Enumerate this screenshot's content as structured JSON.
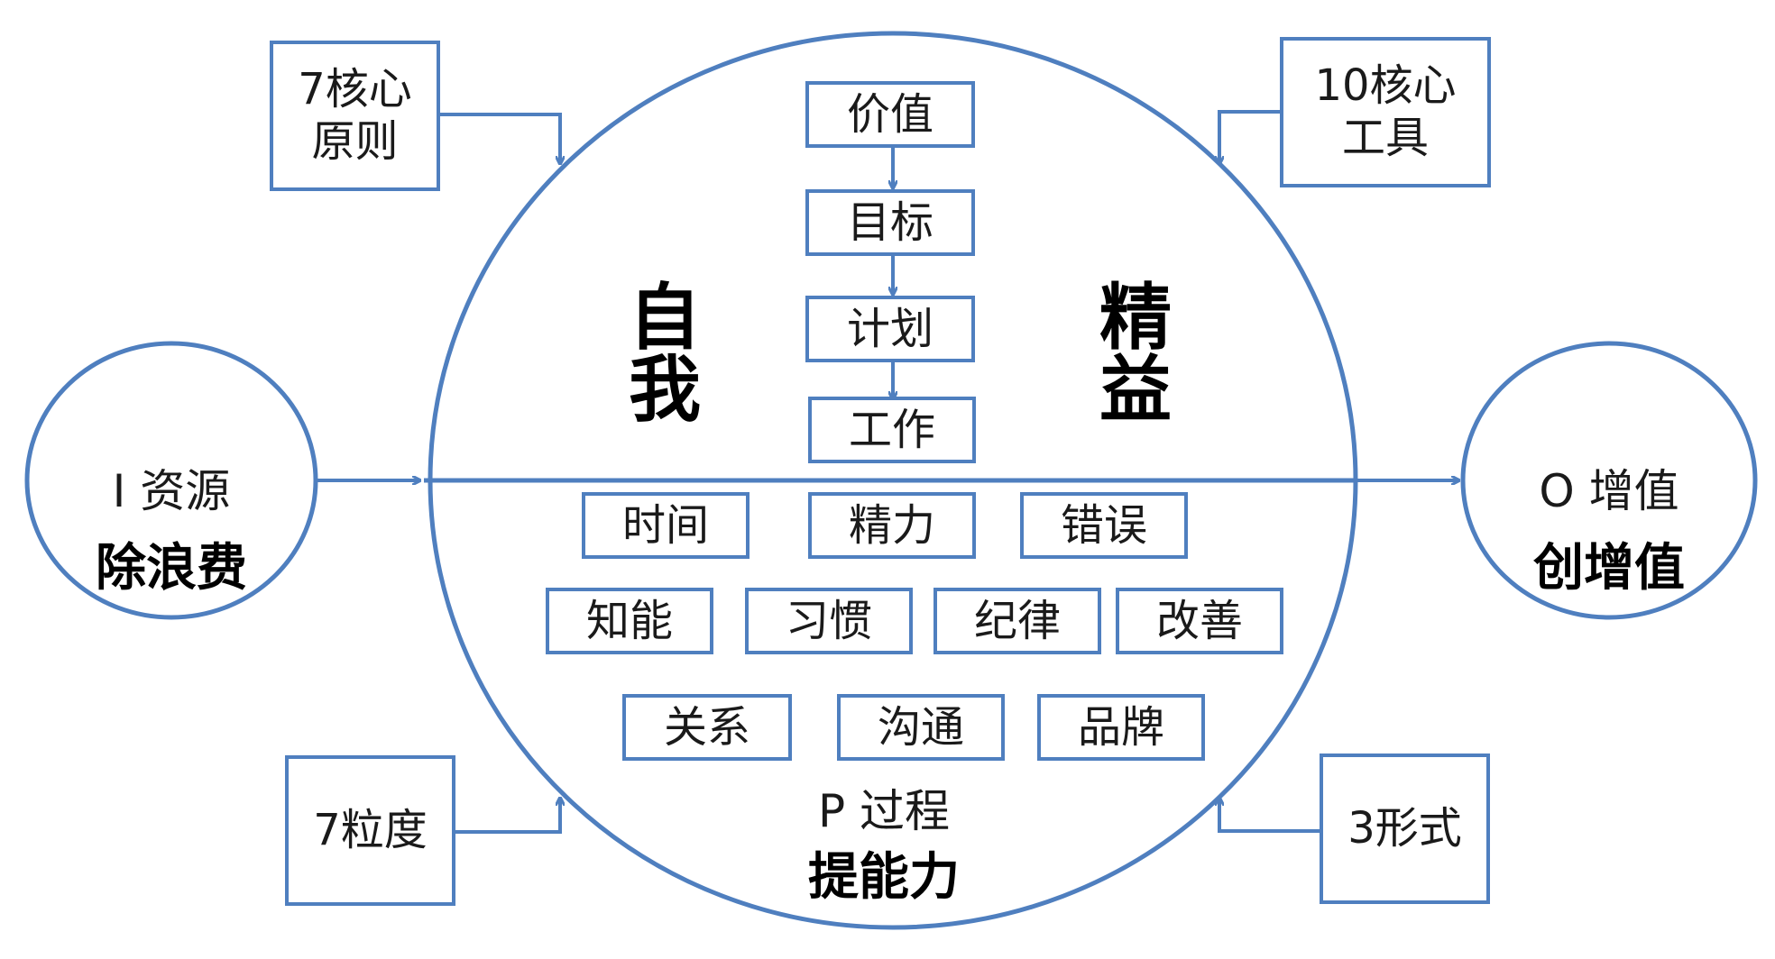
{
  "colors": {
    "stroke": "#4f7fbf",
    "text": "#1a1a1a"
  },
  "input": {
    "line1": "I 资源",
    "line2": "除浪费"
  },
  "output": {
    "line1": "O 增值",
    "line2": "创增值"
  },
  "center": {
    "left_char1": "自",
    "left_char2": "我",
    "right_char1": "精",
    "right_char2": "益",
    "flow": [
      "价值",
      "目标",
      "计划",
      "工作"
    ],
    "row1": [
      "时间",
      "精力",
      "错误"
    ],
    "row2": [
      "知能",
      "习惯",
      "纪律",
      "改善"
    ],
    "row3": [
      "关系",
      "沟通",
      "品牌"
    ],
    "process_label": "P 过程",
    "process_sub": "提能力"
  },
  "corners": {
    "top_left": {
      "line1": "7核心",
      "line2": "原则"
    },
    "top_right": {
      "line1": "10核心",
      "line2": "工具"
    },
    "bottom_left": {
      "line1": "7粒度"
    },
    "bottom_right": {
      "line1": "3形式"
    }
  }
}
